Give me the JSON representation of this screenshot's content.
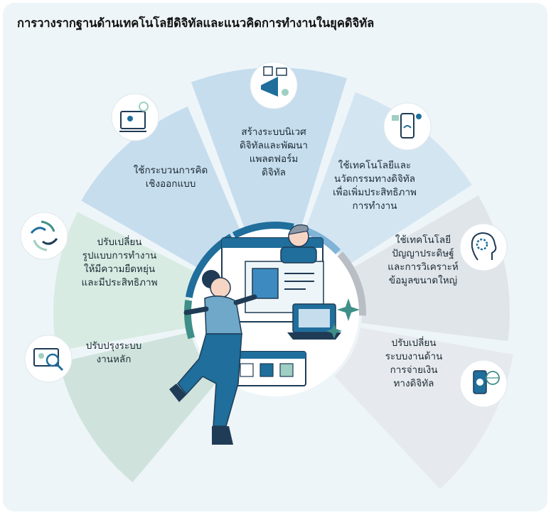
{
  "title": "การวางรากฐานด้านเทคโนโลยีดิจิทัลและแนวคิดการทำงานในยุคดิจิทัล",
  "segments": [
    {
      "lines": [
        "ใช้กระบวนการคิด",
        "เชิงออกแบบ"
      ],
      "color": "#c6ddee",
      "icon": "design-thinking-icon"
    },
    {
      "lines": [
        "สร้างระบบนิเวศ",
        "ดิจิทัลและพัฒนา",
        "แพลตฟอร์ม",
        "ดิจิทัล"
      ],
      "color": "#c6ddee",
      "icon": "digital-marketing-icon"
    },
    {
      "lines": [
        "ใช้เทคโนโลยีและ",
        "นวัตกรรมทางดิจิทัล",
        "เพื่อเพิ่มประสิทธิภาพ",
        "การทำงาน"
      ],
      "color": "#d4e5f2",
      "icon": "mobile-technology-icon"
    },
    {
      "lines": [
        "ใช้เทคโนโลยี",
        "ปัญญาประดิษฐ์",
        "และการวิเคราะห์",
        "ข้อมูลขนาดใหญ่"
      ],
      "color": "#e0e5ea",
      "icon": "artificial-intelligence-icon"
    },
    {
      "lines": [
        "ปรับเปลี่ยน",
        "ระบบงานด้าน",
        "การจ่ายเงิน",
        "ทางดิจิทัล"
      ],
      "color": "#e6eaee",
      "icon": "digital-payment-icon"
    },
    {
      "lines": [
        "ปรับปรุงระบบ",
        "งานหลัก"
      ],
      "color": "#cfe3dc",
      "icon": "core-system-analysis-icon"
    },
    {
      "lines": [
        "ปรับเปลี่ยน",
        "รูปแบบการทำงาน",
        "ให้มีความยืดหยุ่น",
        "และมีประสิทธิภาพ"
      ],
      "color": "#d8ebe3",
      "icon": "flexible-work-icon"
    }
  ],
  "colors": {
    "dark_blue": "#1f6e9c",
    "teal": "#3f8f89",
    "light_blue": "#7fb3d8",
    "grey": "#b8bec4",
    "mint": "#9fcfc3"
  }
}
